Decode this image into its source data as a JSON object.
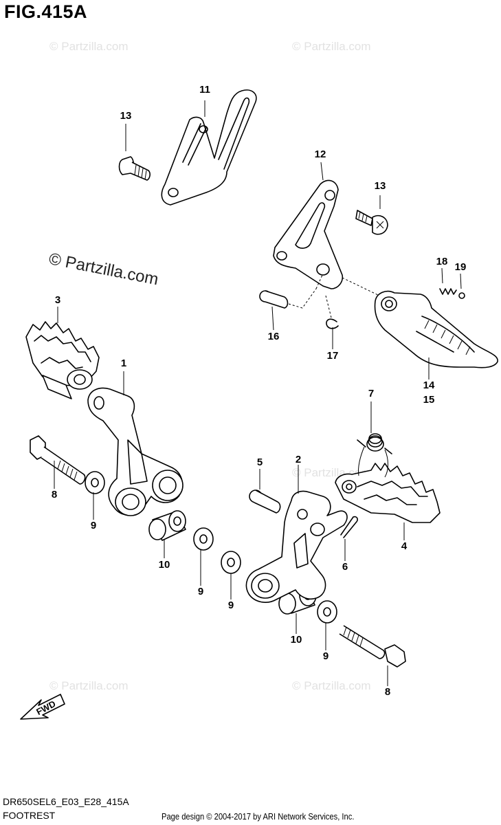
{
  "figure_title": "FIG.415A",
  "watermark_text": "© Partzilla.com",
  "watermark_main": "© Partzilla.com",
  "callouts": {
    "c1": "1",
    "c2": "2",
    "c3": "3",
    "c4": "4",
    "c5": "5",
    "c6": "6",
    "c7": "7",
    "c8a": "8",
    "c8b": "8",
    "c9a": "9",
    "c9b": "9",
    "c9c": "9",
    "c9d": "9",
    "c10a": "10",
    "c10b": "10",
    "c11": "11",
    "c12": "12",
    "c13a": "13",
    "c13b": "13",
    "c14": "14",
    "c15": "15",
    "c16": "16",
    "c17": "17",
    "c18": "18",
    "c19": "19"
  },
  "fwd_label": "FWD",
  "footer": {
    "code": "DR650SEL6_E03_E28_415A",
    "name": "FOOTREST",
    "copyright": "Page design © 2004-2017 by ARI Network Services, Inc."
  }
}
